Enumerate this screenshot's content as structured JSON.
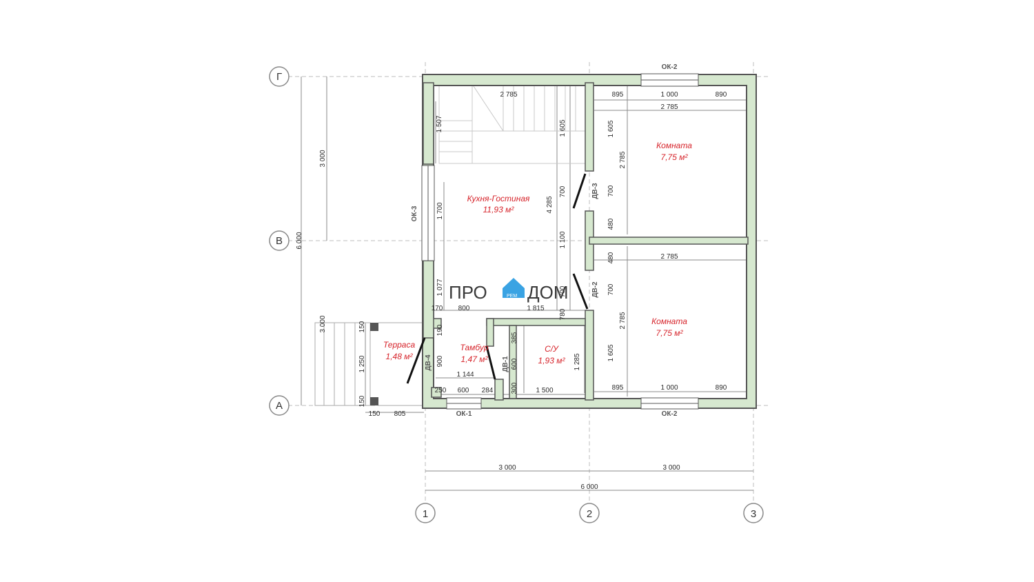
{
  "logo": {
    "part1": "ПРО",
    "part2": "ДОМ",
    "sub": "РЕМ"
  },
  "axes": {
    "rows": [
      "Г",
      "В",
      "А"
    ],
    "cols": [
      "1",
      "2",
      "3"
    ]
  },
  "rooms": [
    {
      "name": "Кухня-Гостиная",
      "area": "11,93 м²"
    },
    {
      "name": "Комната",
      "area": "7,75 м²"
    },
    {
      "name": "Комната",
      "area": "7,75 м²"
    },
    {
      "name": "Терраса",
      "area": "1,48 м²"
    },
    {
      "name": "Тамбур",
      "area": "1,47 м²"
    },
    {
      "name": "С/У",
      "area": "1,93 м²"
    }
  ],
  "elements": {
    "windows": [
      "ОК-2",
      "ОК-2",
      "ОК-3",
      "ОК-1"
    ],
    "doors": [
      "ДВ-3",
      "ДВ-2",
      "ДВ-4",
      "ДВ-1"
    ]
  },
  "dimensions": {
    "bottom": [
      "3 000",
      "3 000",
      "6 000"
    ],
    "left": [
      "3 000",
      "6 000",
      "3 000"
    ],
    "top_room": [
      "895",
      "1 000",
      "890",
      "2 785"
    ],
    "bottom_room": [
      "895",
      "1 000",
      "890",
      "2 785"
    ],
    "stairs": [
      "2 785",
      "1 507"
    ],
    "kitchen": [
      "1 700",
      "1 077",
      "4 285",
      "1 605",
      "700",
      "1 100",
      "700",
      "780",
      "170",
      "800",
      "1 815"
    ],
    "right_col": [
      "1 605",
      "2 785",
      "700",
      "480",
      "480",
      "700",
      "2 785",
      "1 605"
    ],
    "vestibule": [
      "190",
      "900",
      "385",
      "600",
      "300",
      "1 144",
      "250",
      "600",
      "284",
      "1 500",
      "1 285"
    ],
    "terrace": [
      "150",
      "1 250",
      "150",
      "150",
      "805"
    ]
  }
}
